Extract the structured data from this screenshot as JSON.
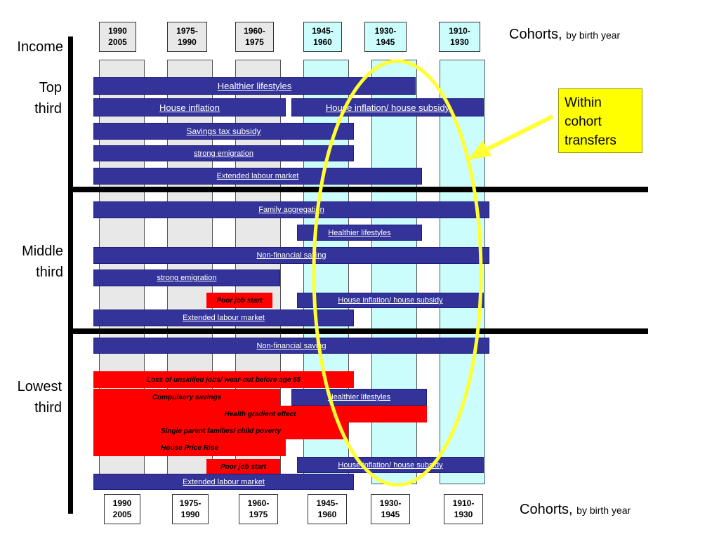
{
  "cohorts": [
    {
      "label": "1990\n2005",
      "style": "grey"
    },
    {
      "label": "1975-\n1990",
      "style": "grey"
    },
    {
      "label": "1960-\n1975",
      "style": "grey"
    },
    {
      "label": "1945-\n1960",
      "style": "cyan"
    },
    {
      "label": "1930-\n1945",
      "style": "cyan"
    },
    {
      "label": "1910-\n1930",
      "style": "cyan"
    }
  ],
  "cohorts_title": {
    "main": "Cohorts,",
    "sub": "by birth year"
  },
  "income_label": "Income",
  "bands": {
    "top": "Top\nthird",
    "middle": "Middle\nthird",
    "lowest": "Lowest\nthird"
  },
  "callout": {
    "text": "Within cohort transfers"
  },
  "bars": {
    "top": [
      {
        "label": "Healthier lifestyles",
        "color": "blue"
      },
      {
        "label": "House inflation",
        "color": "blue"
      },
      {
        "label": "House inflation/ house subsidy",
        "color": "blue"
      },
      {
        "label": "Savings tax subsidy",
        "color": "blue"
      },
      {
        "label": "strong emigration",
        "color": "blue"
      },
      {
        "label": "Extended labour market",
        "color": "blue"
      }
    ],
    "middle": [
      {
        "label": "Family aggregation",
        "color": "blue"
      },
      {
        "label": "Healthier lifestyles",
        "color": "blue"
      },
      {
        "label": "Non-financial saving",
        "color": "blue"
      },
      {
        "label": "strong emigration",
        "color": "blue"
      },
      {
        "label": "Poor job start",
        "color": "red"
      },
      {
        "label": "House inflation/ house subsidy",
        "color": "blue"
      },
      {
        "label": "Extended  labour market",
        "color": "blue"
      }
    ],
    "lowest": [
      {
        "label": "Non-financial saving",
        "color": "blue"
      },
      {
        "label": "Loss of unskilled jobs/  wear-out before age 65",
        "color": "red"
      },
      {
        "label": "Compulsory savings",
        "color": "red"
      },
      {
        "label": "Healthier lifestyles",
        "color": "blue"
      },
      {
        "label": "Health gradient effect",
        "color": "red"
      },
      {
        "label": "Single parent families/ child poverty",
        "color": "red"
      },
      {
        "label": "House Price Rise",
        "color": "red"
      },
      {
        "label": "Poor job start",
        "color": "red"
      },
      {
        "label": "House inflation/ house subsidy",
        "color": "blue"
      },
      {
        "label": "Extended labour market",
        "color": "blue"
      }
    ]
  },
  "colors": {
    "bar_blue": "#333399",
    "bar_red": "#ff0000",
    "col_grey": "#e8e8e8",
    "col_cyan": "#ccfdfd",
    "ellipse": "#ffff33",
    "callout": "#ffff00"
  }
}
